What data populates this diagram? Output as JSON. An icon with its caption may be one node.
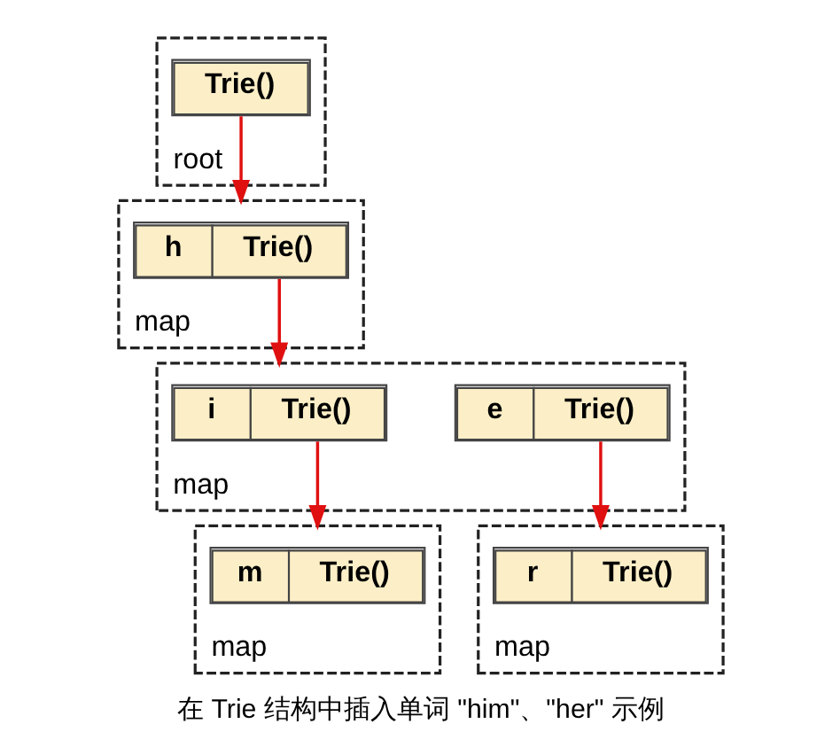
{
  "diagram": {
    "caption": "在 Trie 结构中插入单词 \"him\"、\"her\" 示例",
    "nodes": [
      {
        "text": [
          "root"
        ]
      },
      {
        "text": [
          "Trie()"
        ],
        "in": 0
      },
      {
        "text": [
          "map"
        ]
      },
      {
        "text": [
          "h",
          "Trie()"
        ],
        "in": 2
      },
      {
        "text": [
          "map"
        ]
      },
      {
        "text": [
          "i",
          "Trie()"
        ],
        "in": 4
      },
      {
        "text": [
          "e",
          "Trie()"
        ],
        "in": 4
      },
      {
        "text": [
          "map"
        ]
      },
      {
        "text": [
          "m",
          "Trie()"
        ],
        "in": 7
      },
      {
        "text": [
          "map"
        ]
      },
      {
        "text": [
          "r",
          "Trie()"
        ],
        "in": 9
      }
    ],
    "edges": [
      {
        "from": 1,
        "to": 2,
        "arrow": "to"
      },
      {
        "from": 3,
        "to": 4,
        "arrow": "to"
      },
      {
        "from": 5,
        "to": 7,
        "arrow": "to"
      },
      {
        "from": 6,
        "to": 9,
        "arrow": "to"
      }
    ]
  }
}
